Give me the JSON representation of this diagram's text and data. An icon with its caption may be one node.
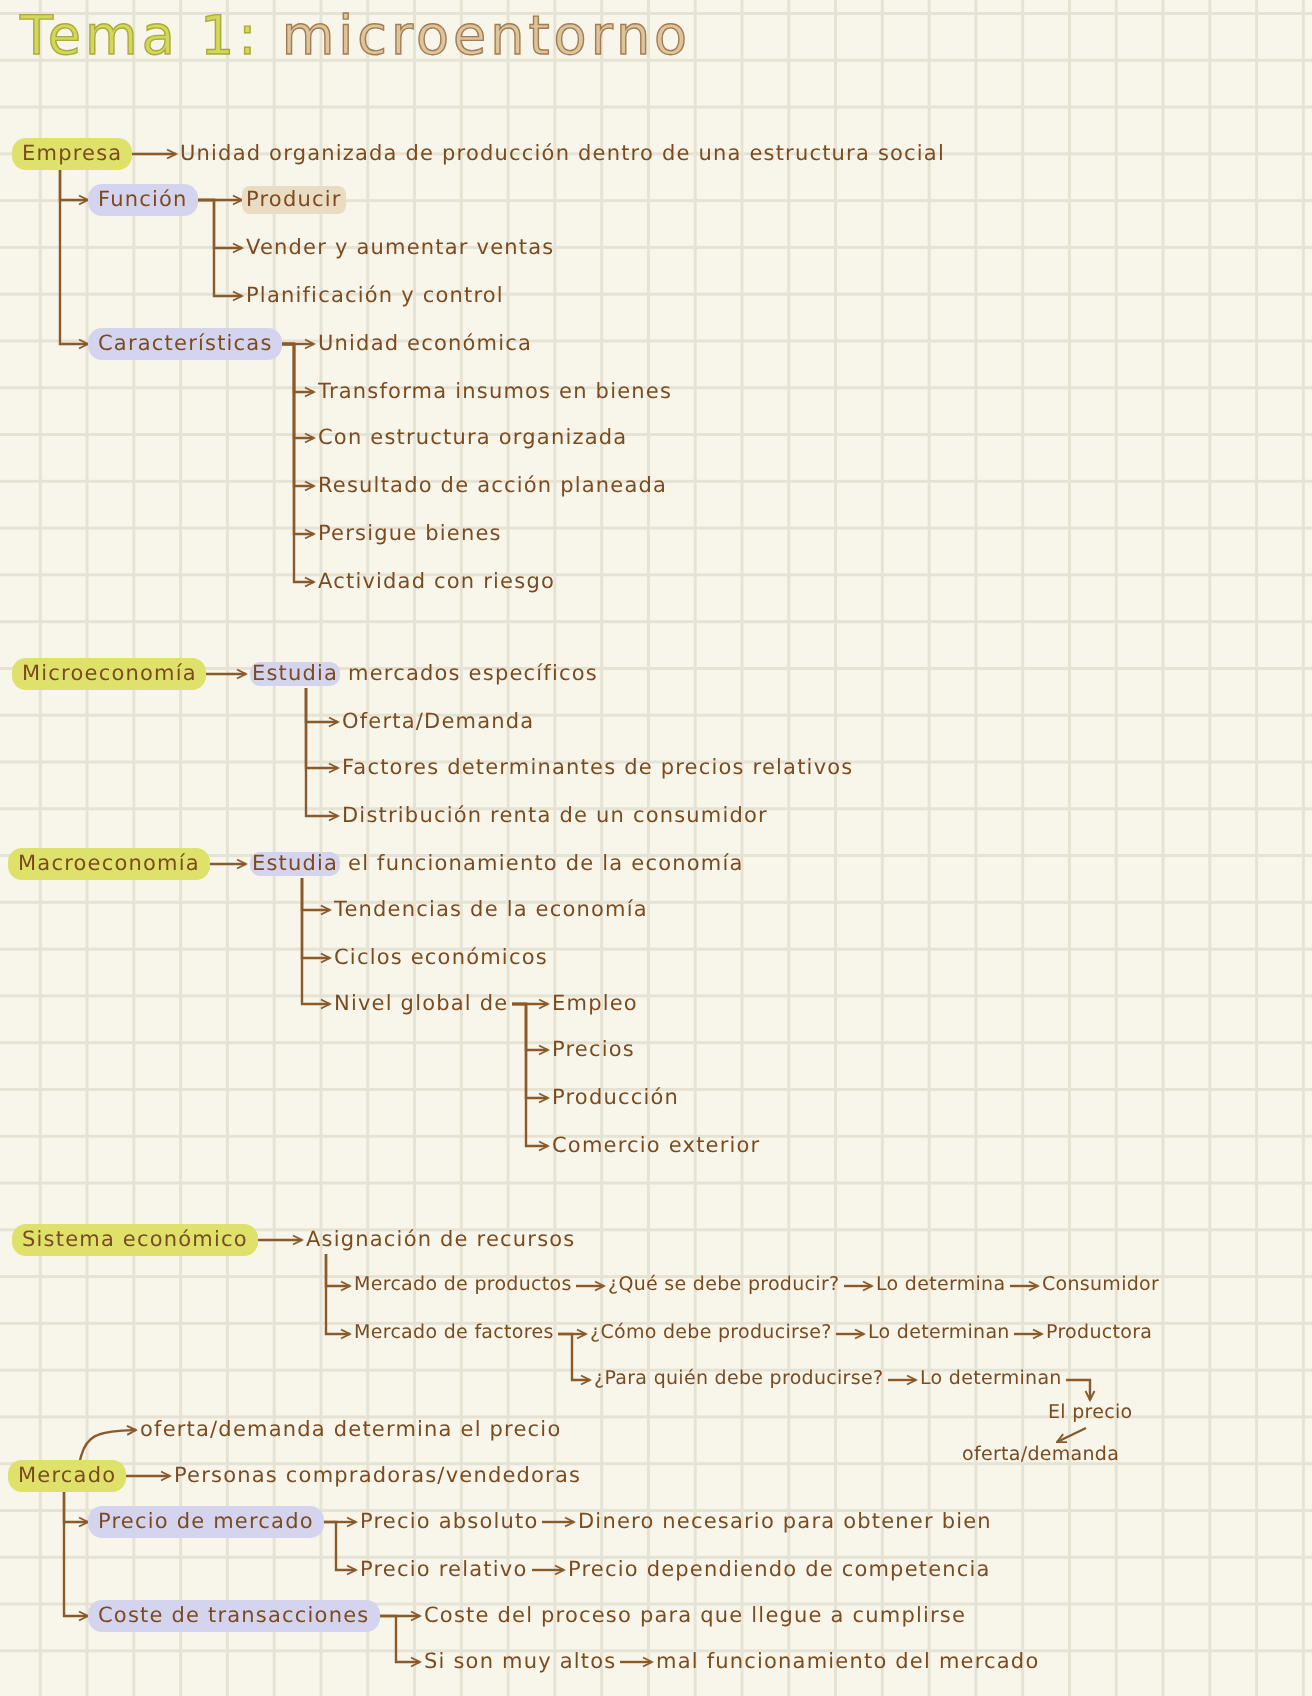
{
  "diagram": {
    "title": "Tema 1: microentorno",
    "nodes": [
      {
        "text": [
          "Empresa"
        ]
      },
      {
        "text": [
          "Unidad organizada de producción dentro de una estructura social"
        ]
      },
      {
        "text": [
          "Función"
        ]
      },
      {
        "text": [
          "Producir"
        ]
      },
      {
        "text": [
          "Vender y aumentar ventas"
        ]
      },
      {
        "text": [
          "Planificación y control"
        ]
      },
      {
        "text": [
          "Características"
        ]
      },
      {
        "text": [
          "Unidad económica"
        ]
      },
      {
        "text": [
          "Transforma insumos en bienes"
        ]
      },
      {
        "text": [
          "Con estructura organizada"
        ]
      },
      {
        "text": [
          "Resultado de acción planeada"
        ]
      },
      {
        "text": [
          "Persigue bienes"
        ]
      },
      {
        "text": [
          "Actividad con riesgo"
        ]
      },
      {
        "text": [
          "Microeconomía"
        ]
      },
      {
        "text": [
          "Estudia mercados específicos"
        ]
      },
      {
        "text": [
          "Oferta/Demanda"
        ]
      },
      {
        "text": [
          "Factores determinantes de precios relativos"
        ]
      },
      {
        "text": [
          "Distribución renta de un consumidor"
        ]
      },
      {
        "text": [
          "Macroeconomía"
        ]
      },
      {
        "text": [
          "Estudia el funcionamiento de la economía"
        ]
      },
      {
        "text": [
          "Tendencias de la economía"
        ]
      },
      {
        "text": [
          "Ciclos económicos"
        ]
      },
      {
        "text": [
          "Nivel global de"
        ]
      },
      {
        "text": [
          "Empleo"
        ]
      },
      {
        "text": [
          "Precios"
        ]
      },
      {
        "text": [
          "Producción"
        ]
      },
      {
        "text": [
          "Comercio exterior"
        ]
      },
      {
        "text": [
          "Sistema económico"
        ]
      },
      {
        "text": [
          "Asignación de recursos"
        ]
      },
      {
        "text": [
          "Mercado de productos"
        ]
      },
      {
        "text": [
          "¿Qué se debe producir?"
        ]
      },
      {
        "text": [
          "Lo determina"
        ]
      },
      {
        "text": [
          "Consumidor"
        ]
      },
      {
        "text": [
          "Mercado de factores"
        ]
      },
      {
        "text": [
          "¿Cómo debe producirse?"
        ]
      },
      {
        "text": [
          "Lo determinan"
        ]
      },
      {
        "text": [
          "Productora"
        ]
      },
      {
        "text": [
          "¿Para quién debe producirse?"
        ]
      },
      {
        "text": [
          "Lo determinan"
        ]
      },
      {
        "text": [
          "El precio"
        ]
      },
      {
        "text": [
          "oferta/demanda determina el precio"
        ]
      },
      {
        "text": [
          "oferta/demanda"
        ]
      },
      {
        "text": [
          "Mercado"
        ]
      },
      {
        "text": [
          "Personas compradoras/vendedoras"
        ]
      },
      {
        "text": [
          "Precio de mercado"
        ]
      },
      {
        "text": [
          "Precio absoluto"
        ]
      },
      {
        "text": [
          "Dinero necesario para obtener bien"
        ]
      },
      {
        "text": [
          "Precio relativo"
        ]
      },
      {
        "text": [
          "Precio dependiendo de competencia"
        ]
      },
      {
        "text": [
          "Coste de transacciones"
        ]
      },
      {
        "text": [
          "Coste del proceso para que llegue a cumplirse"
        ]
      },
      {
        "text": [
          "Si son muy altos"
        ]
      },
      {
        "text": [
          "mal funcionamiento del mercado"
        ]
      }
    ],
    "edges": [
      {
        "from": 0,
        "to": 1,
        "arrow": "to"
      },
      {
        "from": 0,
        "to": 2,
        "arrow": "to"
      },
      {
        "from": 0,
        "to": 6,
        "arrow": "to"
      },
      {
        "from": 2,
        "to": 3,
        "arrow": "to"
      },
      {
        "from": 2,
        "to": 4,
        "arrow": "to"
      },
      {
        "from": 2,
        "to": 5,
        "arrow": "to"
      },
      {
        "from": 6,
        "to": 7,
        "arrow": "to"
      },
      {
        "from": 6,
        "to": 8,
        "arrow": "to"
      },
      {
        "from": 6,
        "to": 9,
        "arrow": "to"
      },
      {
        "from": 6,
        "to": 10,
        "arrow": "to"
      },
      {
        "from": 6,
        "to": 11,
        "arrow": "to"
      },
      {
        "from": 6,
        "to": 12,
        "arrow": "to"
      },
      {
        "from": 13,
        "to": 14,
        "arrow": "to"
      },
      {
        "from": 14,
        "to": 15,
        "arrow": "to"
      },
      {
        "from": 14,
        "to": 16,
        "arrow": "to"
      },
      {
        "from": 14,
        "to": 17,
        "arrow": "to"
      },
      {
        "from": 18,
        "to": 19,
        "arrow": "to"
      },
      {
        "from": 19,
        "to": 20,
        "arrow": "to"
      },
      {
        "from": 19,
        "to": 21,
        "arrow": "to"
      },
      {
        "from": 19,
        "to": 22,
        "arrow": "to"
      },
      {
        "from": 22,
        "to": 23,
        "arrow": "to"
      },
      {
        "from": 22,
        "to": 24,
        "arrow": "to"
      },
      {
        "from": 22,
        "to": 25,
        "arrow": "to"
      },
      {
        "from": 22,
        "to": 26,
        "arrow": "to"
      },
      {
        "from": 27,
        "to": 28,
        "arrow": "to"
      },
      {
        "from": 28,
        "to": 29,
        "arrow": "to"
      },
      {
        "from": 28,
        "to": 33,
        "arrow": "to"
      },
      {
        "from": 29,
        "to": 30,
        "arrow": "to"
      },
      {
        "from": 30,
        "to": 31,
        "arrow": "to"
      },
      {
        "from": 31,
        "to": 32,
        "arrow": "to"
      },
      {
        "from": 33,
        "to": 34,
        "arrow": "to"
      },
      {
        "from": 33,
        "to": 37,
        "arrow": "to"
      },
      {
        "from": 34,
        "to": 35,
        "arrow": "to"
      },
      {
        "from": 35,
        "to": 36,
        "arrow": "to"
      },
      {
        "from": 37,
        "to": 38,
        "arrow": "to"
      },
      {
        "from": 38,
        "to": 39,
        "arrow": "to"
      },
      {
        "from": 39,
        "to": 41,
        "arrow": "to"
      },
      {
        "from": 42,
        "to": 40,
        "arrow": "to"
      },
      {
        "from": 42,
        "to": 43,
        "arrow": "to"
      },
      {
        "from": 42,
        "to": 44,
        "arrow": "to"
      },
      {
        "from": 42,
        "to": 49,
        "arrow": "to"
      },
      {
        "from": 44,
        "to": 45,
        "arrow": "to"
      },
      {
        "from": 44,
        "to": 47,
        "arrow": "to"
      },
      {
        "from": 45,
        "to": 46,
        "arrow": "to"
      },
      {
        "from": 47,
        "to": 48,
        "arrow": "to"
      },
      {
        "from": 49,
        "to": 50,
        "arrow": "to"
      },
      {
        "from": 49,
        "to": 51,
        "arrow": "to"
      },
      {
        "from": 51,
        "to": 52,
        "arrow": "to"
      }
    ]
  }
}
